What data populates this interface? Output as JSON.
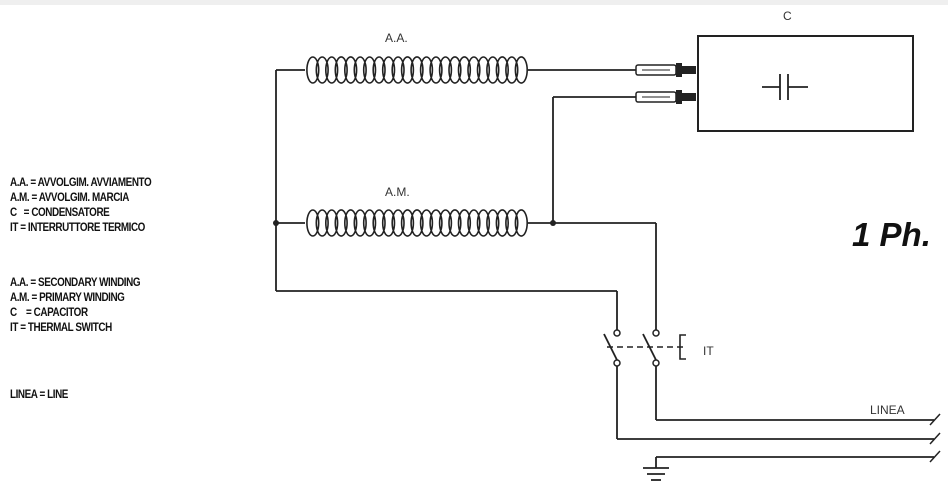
{
  "labels": {
    "starting_winding": "A.A.",
    "main_winding": "A.M.",
    "capacitor": "C",
    "thermal_switch": "IT",
    "line": "LINEA"
  },
  "title": "1 Ph.",
  "legend_italian": [
    "A.A. = AVVOLGIM. AVVIAMENTO",
    "A.M. = AVVOLGIM. MARCIA",
    "C   = CONDENSATORE",
    "IT = INTERRUTTORE TERMICO"
  ],
  "legend_english": [
    "A.A. = SECONDARY WINDING",
    "A.M. = PRIMARY WINDING",
    "C    = CAPACITOR",
    "IT = THERMAL SWITCH"
  ],
  "legend_line": "LINEA = LINE",
  "icons": [
    "capacitor-symbol-icon",
    "thermal-switch-icon",
    "ground-icon",
    "coil-icon"
  ]
}
